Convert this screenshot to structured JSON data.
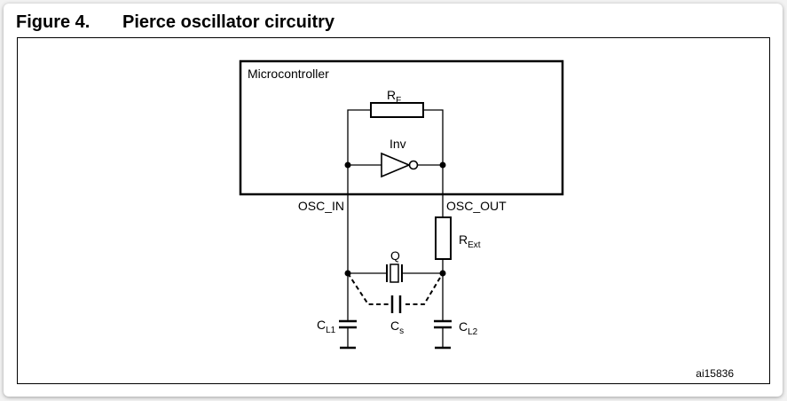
{
  "figure": {
    "number": "Figure 4.",
    "title": "Pierce oscillator circuitry"
  },
  "diagram": {
    "block_label": "Microcontroller",
    "feedback_resistor": {
      "base": "R",
      "sub": "F"
    },
    "inverter_label": "Inv",
    "pin_in": "OSC_IN",
    "pin_out": "OSC_OUT",
    "external_resistor": {
      "base": "R",
      "sub": "Ext"
    },
    "crystal_label": "Q",
    "load_cap_1": {
      "base": "C",
      "sub": "L1"
    },
    "load_cap_2": {
      "base": "C",
      "sub": "L2"
    },
    "stray_cap": {
      "base": "C",
      "sub": "s"
    },
    "reference": "ai15836"
  }
}
